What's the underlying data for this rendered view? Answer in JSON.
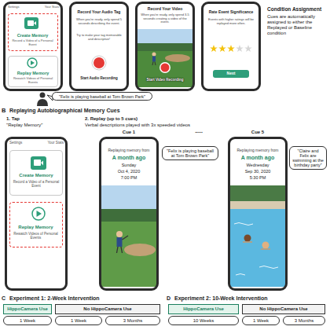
{
  "diagram": {
    "nodes": [
      {
        "text": [
          "Settings",
          "Your Stats"
        ]
      },
      {
        "text": [
          "Create Memory",
          "Record a Video of a Personal Event"
        ],
        "in": 0
      },
      {
        "text": [
          "Replay Memory",
          "Rewatch Videos of Personal Events"
        ],
        "in": 0
      },
      {
        "text": [
          "Record Your Audio Tag",
          "When you're ready, only spend 5 seconds describing the event.",
          "Try to make your tag memorable and descriptive!",
          "Start Audio Recording"
        ]
      },
      {
        "text": [
          "Record Your Video",
          "When you're ready, only spend 3-5 seconds creating a video of the event.",
          "Start Video Recording"
        ]
      },
      {
        "text": [
          "Rate Event Significance",
          "Events with higher ratings will be replayed more often."
        ]
      },
      {
        "text": [
          "Next"
        ],
        "in": 5
      },
      {
        "text": [
          "\"Felix is playing baseball at Tom Brown Park\""
        ]
      },
      {
        "text": [
          "Settings",
          "Your Stats"
        ]
      },
      {
        "text": [
          "Create Memory",
          "Record a Video of a Personal Event"
        ],
        "in": 8
      },
      {
        "text": [
          "Replay Memory",
          "Rewatch Videos of Personal Events"
        ],
        "in": 8
      },
      {
        "text": [
          "Replaying memory from",
          "A month ago",
          "Sunday",
          "Oct 4, 2020",
          "7:00 PM"
        ]
      },
      {
        "text": [
          "\"Felix is playing baseball at Tom Brown Park\""
        ]
      },
      {
        "text": [
          "Replaying memory from",
          "A month ago",
          "Wednesday",
          "Sep 30, 2020",
          "5:30 PM"
        ]
      },
      {
        "text": [
          "\"Claire and Felix are swimming at the birthday party\""
        ]
      },
      {
        "text": [
          "HippoCamera Use"
        ]
      },
      {
        "text": [
          "No HippoCamera Use"
        ]
      },
      {
        "text": [
          "1 Week"
        ]
      },
      {
        "text": [
          "1 Week"
        ]
      },
      {
        "text": [
          "3 Months"
        ]
      },
      {
        "text": [
          "HippoCamera Use"
        ]
      },
      {
        "text": [
          "No HippoCamera Use"
        ]
      },
      {
        "text": [
          "10 Weeks"
        ]
      },
      {
        "text": [
          "1 Week"
        ]
      },
      {
        "text": [
          "3 Months"
        ]
      }
    ],
    "labels": [
      "Condition Assignment",
      "Cues are automatically assigned to either the Replayed or Baseline condition",
      "B",
      "Replaying Autobiographical Memory Cues",
      "1. Tap",
      "\"Replay Memory\"",
      "2. Replay (up to 5 cues)",
      "Verbal descriptions played with 3x speeded videos",
      "Cue 1",
      ".....",
      "Cue 5",
      "C",
      "Experiment 1: 2-Week Intervention",
      "D",
      "Experiment 2: 10-Week Intervention"
    ]
  }
}
